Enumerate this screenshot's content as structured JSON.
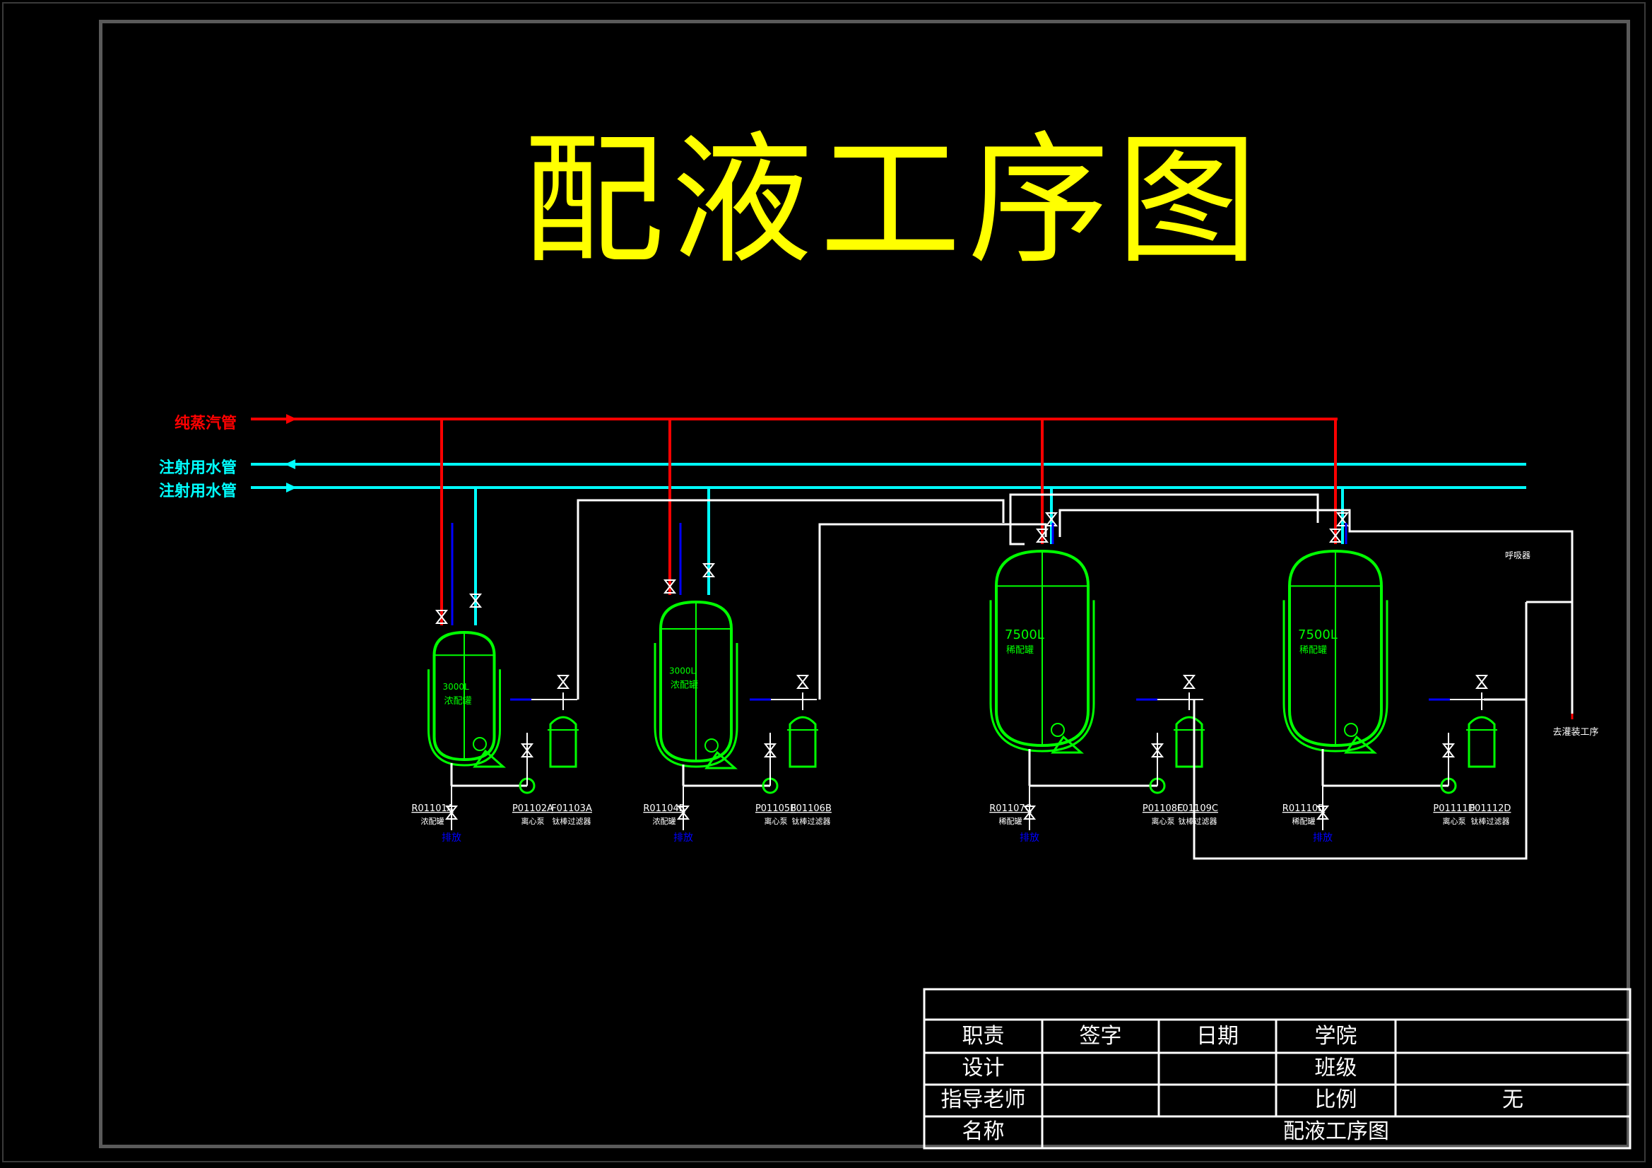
{
  "title": "配液工序图",
  "pipes": {
    "steam": "纯蒸汽管",
    "wfi_return": "注射用水管",
    "wfi_supply": "注射用水管"
  },
  "colors": {
    "steam": "#ff0000",
    "water": "#00ffff",
    "vessel": "#00ff00",
    "title": "#ffff00",
    "line": "#ffffff",
    "drain": "#0000ff"
  },
  "units": [
    {
      "tank": "R01101A",
      "tank_sub": "浓配罐",
      "pump": "P01102A",
      "pump_sub": "离心泵",
      "filter": "F01103A",
      "filter_sub": "钛棒过滤器",
      "volume": "3000L",
      "label": "浓配罐"
    },
    {
      "tank": "R01104B",
      "tank_sub": "浓配罐",
      "pump": "P01105B",
      "pump_sub": "离心泵",
      "filter": "F01106B",
      "filter_sub": "钛棒过滤器",
      "volume": "3000L",
      "label": "浓配罐"
    },
    {
      "tank": "R01107C",
      "tank_sub": "稀配罐",
      "pump": "P01108C",
      "pump_sub": "离心泵",
      "filter": "F01109C",
      "filter_sub": "钛棒过滤器",
      "volume": "7500L",
      "label": "稀配罐"
    },
    {
      "tank": "R01110D",
      "tank_sub": "稀配罐",
      "pump": "P01111D",
      "pump_sub": "离心泵",
      "filter": "F01112D",
      "filter_sub": "钛棒过滤器",
      "volume": "7500L",
      "label": "稀配罐"
    }
  ],
  "small_labels": {
    "drain": "排放",
    "vent": "呼吸器",
    "outlet": "去灌装工序"
  },
  "title_block": {
    "header": [
      "职责",
      "签字",
      "日期",
      "学院",
      ""
    ],
    "row_design": [
      "设计",
      "",
      "",
      "班级",
      ""
    ],
    "row_teacher": [
      "指导老师",
      "",
      "",
      "比例",
      "无"
    ],
    "row_name_label": "名称",
    "row_name_value": "配液工序图"
  }
}
